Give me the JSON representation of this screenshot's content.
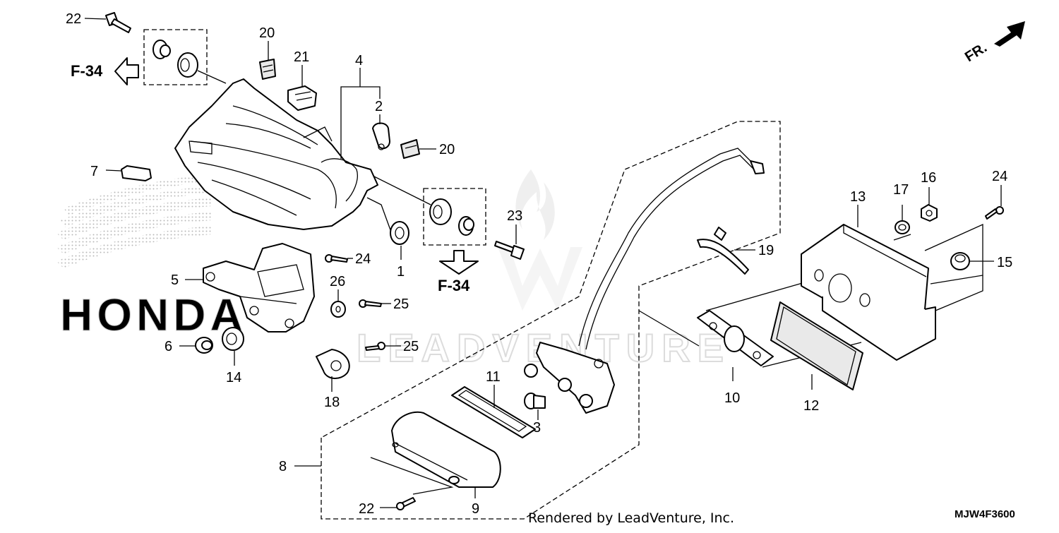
{
  "callouts": [
    {
      "id": "c1",
      "label": "1"
    },
    {
      "id": "c2",
      "label": "2"
    },
    {
      "id": "c3",
      "label": "3"
    },
    {
      "id": "c4",
      "label": "4"
    },
    {
      "id": "c5",
      "label": "5"
    },
    {
      "id": "c6",
      "label": "6"
    },
    {
      "id": "c7",
      "label": "7"
    },
    {
      "id": "c8",
      "label": "8"
    },
    {
      "id": "c9",
      "label": "9"
    },
    {
      "id": "c10",
      "label": "10"
    },
    {
      "id": "c11",
      "label": "11"
    },
    {
      "id": "c12",
      "label": "12"
    },
    {
      "id": "c13",
      "label": "13"
    },
    {
      "id": "c14",
      "label": "14"
    },
    {
      "id": "c15",
      "label": "15"
    },
    {
      "id": "c16",
      "label": "16"
    },
    {
      "id": "c17",
      "label": "17"
    },
    {
      "id": "c18",
      "label": "18"
    },
    {
      "id": "c19",
      "label": "19"
    },
    {
      "id": "c20a",
      "label": "20"
    },
    {
      "id": "c20b",
      "label": "20"
    },
    {
      "id": "c21",
      "label": "21"
    },
    {
      "id": "c22a",
      "label": "22"
    },
    {
      "id": "c22b",
      "label": "22"
    },
    {
      "id": "c23",
      "label": "23"
    },
    {
      "id": "c24a",
      "label": "24"
    },
    {
      "id": "c24b",
      "label": "24"
    },
    {
      "id": "c25a",
      "label": "25"
    },
    {
      "id": "c25b",
      "label": "25"
    },
    {
      "id": "c26",
      "label": "26"
    }
  ],
  "references": {
    "top_left": "F-34",
    "bottom_center": "F-34"
  },
  "direction_indicator": "FR.",
  "watermark_text": "LEADVENTURE",
  "brand_background_text": "HONDA",
  "footer": {
    "rendered_by": "Rendered by LeadVenture, Inc.",
    "diagram_code": "MJW4F3600"
  },
  "icons": {
    "front_arrow": "arrow-up-right-icon",
    "ref_arrow_left": "hollow-arrow-left-icon",
    "ref_arrow_down": "hollow-arrow-down-icon",
    "watermark": "flame-logo-icon"
  }
}
